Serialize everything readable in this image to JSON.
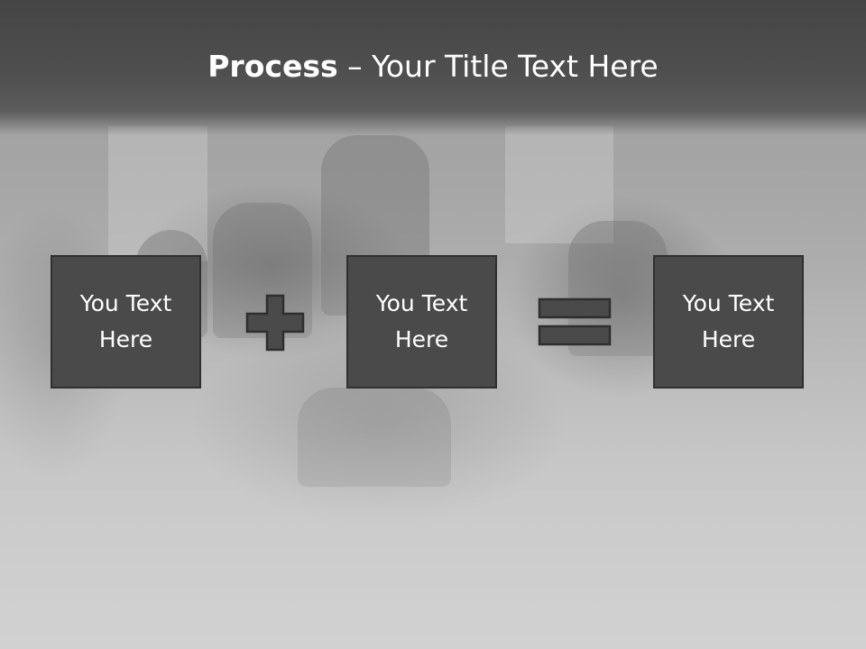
{
  "slide": {
    "title": {
      "strong": "Process",
      "rest": " – Your Title Text Here"
    },
    "background": {
      "image": "black-and-white-meeting-photo",
      "title_bar_color": "#4a4a4a"
    },
    "boxes": [
      {
        "label": "You Text Here"
      },
      {
        "label": "You Text Here"
      },
      {
        "label": "You Text Here"
      }
    ],
    "operators": [
      {
        "icon": "plus-icon"
      },
      {
        "icon": "equals-icon"
      }
    ],
    "colors": {
      "box_fill": "#4a4a4a",
      "box_border": "#303030",
      "text": "#ffffff"
    }
  }
}
